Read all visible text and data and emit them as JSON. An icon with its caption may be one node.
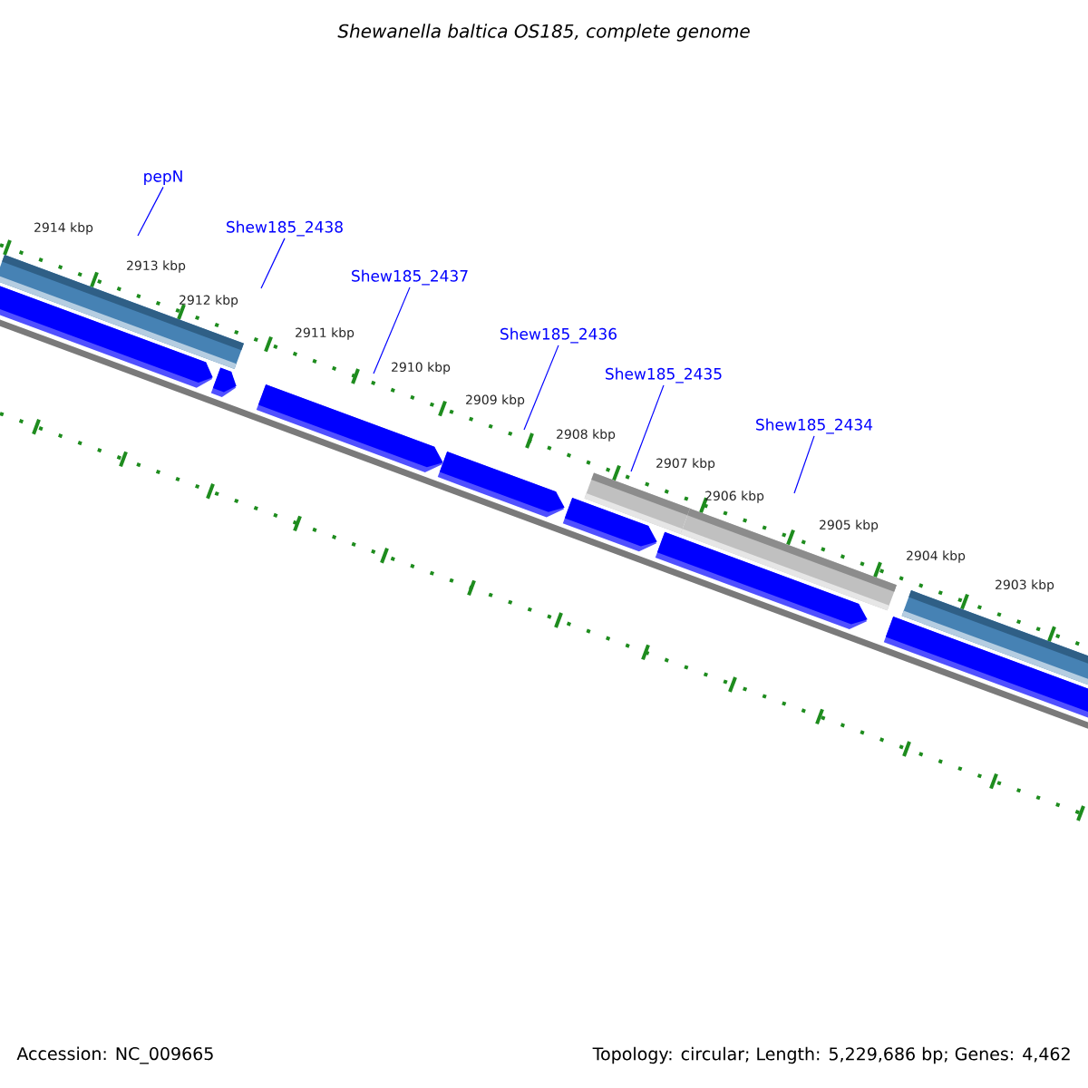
{
  "diagram": {
    "title": "Shewanella baltica OS185, complete genome",
    "nodes": [
      {
        "text": [
          "pepN"
        ]
      },
      {
        "text": [
          "Shew185_2438"
        ]
      },
      {
        "text": [
          "Shew185_2437"
        ]
      },
      {
        "text": [
          "Shew185_2436"
        ]
      },
      {
        "text": [
          "Shew185_2435"
        ]
      },
      {
        "text": [
          "Shew185_2434"
        ]
      }
    ],
    "edges": [
      {
        "from": 0,
        "to": null,
        "arrow": "none"
      },
      {
        "from": 1,
        "to": null,
        "arrow": "none"
      },
      {
        "from": 2,
        "to": null,
        "arrow": "none"
      },
      {
        "from": 3,
        "to": null,
        "arrow": "none"
      },
      {
        "from": 4,
        "to": null,
        "arrow": "none"
      },
      {
        "from": 5,
        "to": null,
        "arrow": "none"
      }
    ],
    "labels": [
      "2914 kbp",
      "2913 kbp",
      "2912 kbp",
      "2911 kbp",
      "2910 kbp",
      "2909 kbp",
      "2908 kbp",
      "2907 kbp",
      "2906 kbp",
      "2905 kbp",
      "2904 kbp",
      "2903 kbp",
      "Accession: NC_009665",
      "Topology: circular; Length: 5,229,686 bp; Genes: 4,462"
    ]
  }
}
